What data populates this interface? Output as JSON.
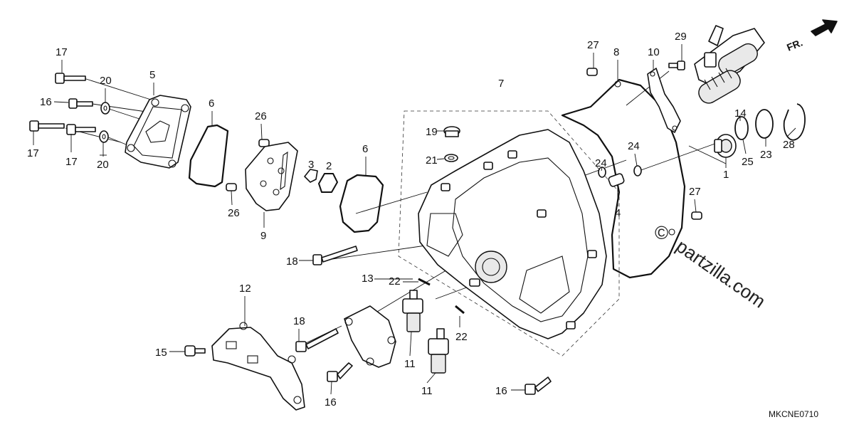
{
  "diagram": {
    "direction_label": "FR.",
    "diagram_code": "MKCNE0710",
    "watermark": "partzilla.com",
    "watermark_symbol": "©",
    "callouts": {
      "c17a": "17",
      "c16a": "16",
      "c17b": "17",
      "c17c": "17",
      "c20a": "20",
      "c20b": "20",
      "c5": "5",
      "c6a": "6",
      "c6b": "6",
      "c26a": "26",
      "c26b": "26",
      "c9": "9",
      "c3": "3",
      "c2": "2",
      "c7": "7",
      "c19": "19",
      "c21": "21",
      "c27a": "27",
      "c27b": "27",
      "c8": "8",
      "c10": "10",
      "c29": "29",
      "c14": "14",
      "c25": "25",
      "c23": "23",
      "c28": "28",
      "c1": "1",
      "c24a": "24",
      "c24b": "24",
      "c4": "4",
      "c18a": "18",
      "c18b": "18",
      "c13": "13",
      "c22a": "22",
      "c22b": "22",
      "c12": "12",
      "c15": "15",
      "c11a": "11",
      "c11b": "11",
      "c16b": "16",
      "c16c": "16"
    }
  }
}
